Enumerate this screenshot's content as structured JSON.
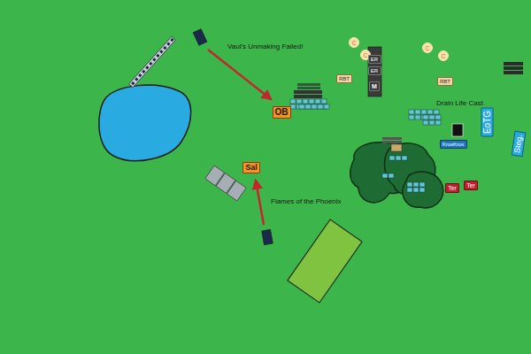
{
  "diagram": {
    "nodes": [
      {
        "text": [
          "OB"
        ]
      },
      {
        "text": [
          "Sal"
        ]
      },
      {
        "text": [
          "RBT"
        ]
      },
      {
        "text": [
          "RBT"
        ]
      },
      {
        "text": [
          "C"
        ]
      },
      {
        "text": [
          "C"
        ]
      },
      {
        "text": [
          "C"
        ]
      },
      {
        "text": [
          "C"
        ]
      },
      {
        "text": [
          "ER"
        ]
      },
      {
        "text": [
          "ER"
        ]
      },
      {
        "text": [
          "M"
        ]
      },
      {
        "text": [
          "KrosKrox"
        ]
      },
      {
        "text": [
          "EoTG"
        ]
      },
      {
        "text": [
          "Steg."
        ]
      },
      {
        "text": [
          "Ter"
        ]
      },
      {
        "text": [
          "Ter"
        ]
      }
    ],
    "labels": [
      "Vaul's Unmaking Failed!",
      "Flames of the Phoenix",
      "Drain Life Cast"
    ]
  }
}
